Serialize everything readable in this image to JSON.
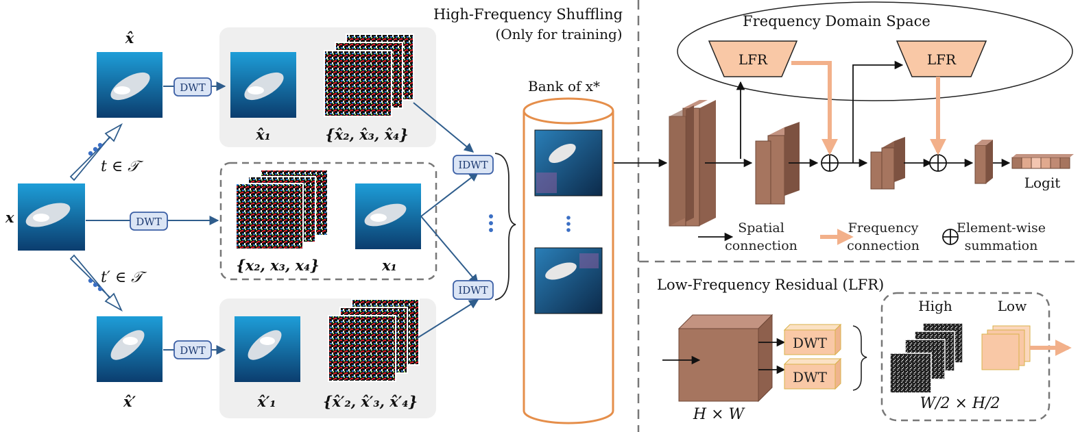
{
  "header": {
    "hfs_title": "High-Frequency Shuffling",
    "hfs_note": "(Only for training)",
    "fds_title": "Frequency Domain Space"
  },
  "labels": {
    "x": "x",
    "x_hat": "x̂",
    "x_hat_prime": "x̂′",
    "t_in_T": "t ∈ 𝒯",
    "tprime_in_T": "t′ ∈ 𝒯",
    "x_hat_1": "x̂₁",
    "x_hat_234": "{x̂₂, x̂₃, x̂₄}",
    "x_234": "{x₂, x₃, x₄}",
    "x_1": "x₁",
    "x_hat_prime_1": "x̂′₁",
    "x_hat_prime_234": "{x̂′₂, x̂′₃, x̂′₄}",
    "bank": "Bank of x*",
    "logit": "Logit",
    "hw": "H × W",
    "w2h2": "W/2 × H/2",
    "high": "High",
    "low": "Low",
    "lfr_title": "Low-Frequency Residual (LFR)"
  },
  "buttons": {
    "dwt": "DWT",
    "idwt": "IDWT",
    "lfr": "LFR"
  },
  "legend": {
    "spatial_1": "Spatial",
    "spatial_2": "connection",
    "freq_1": "Frequency",
    "freq_2": "connection",
    "sum_1": "Element-wise",
    "sum_2": "summation"
  },
  "colors": {
    "button_fill": "#dbe5f5",
    "button_stroke": "#3b5fa5",
    "panel_gray": "#efefef",
    "dashed": "#777777",
    "arrow_blue": "#2f5d8c",
    "bank_orange": "#e58e4a",
    "lfr_fill": "#f9c8a6",
    "layer_brown": "#a6755f",
    "freq_arrow": "#f2b08a",
    "dwt_peach": "#f9c8a6",
    "dwt_stroke": "#d9b24a"
  }
}
